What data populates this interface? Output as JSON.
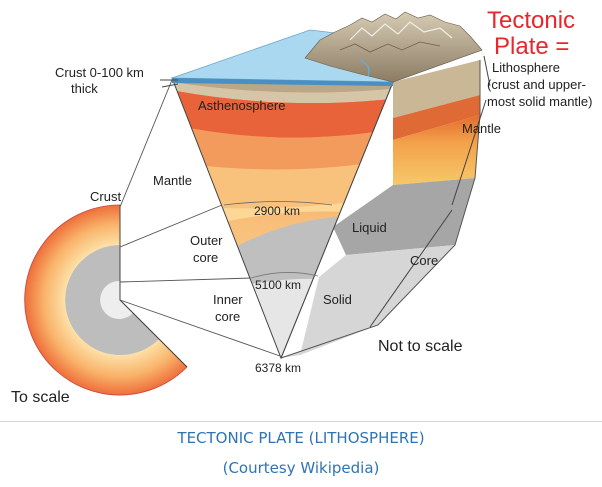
{
  "diagram": {
    "labels": {
      "tectonic_line1": "Tectonic",
      "tectonic_line2": "Plate =",
      "lithosphere_line1": "Lithosphere",
      "lithosphere_line2": "(crust and upper-",
      "lithosphere_line3": "most solid mantle)",
      "crust_thickness_line1": "Crust 0-100 km",
      "crust_thickness_line2": "thick",
      "asthenosphere": "Asthenosphere",
      "mantle_right": "Mantle",
      "mantle_left": "Mantle",
      "crust": "Crust",
      "depth_2900": "2900 km",
      "liquid": "Liquid",
      "outer_core_line1": "Outer",
      "outer_core_line2": "core",
      "core": "Core",
      "depth_5100": "5100 km",
      "solid": "Solid",
      "inner_core_line1": "Inner",
      "inner_core_line2": "core",
      "not_to_scale": "Not to scale",
      "depth_6378": "6378 km",
      "to_scale": "To scale"
    },
    "colors": {
      "title_red": "#e8262b",
      "ocean": "#a9d8f0",
      "mantle_orange": "#f08a4b",
      "mantle_yellow": "#fbd287",
      "outer_core_gray": "#bdbdbd",
      "inner_core_light": "#e4e4e4"
    }
  },
  "caption": {
    "line1": "TECTONIC PLATE (LITHOSPHERE)",
    "line2": "(Courtesy Wikipedia)",
    "color": "#2e74b5"
  }
}
